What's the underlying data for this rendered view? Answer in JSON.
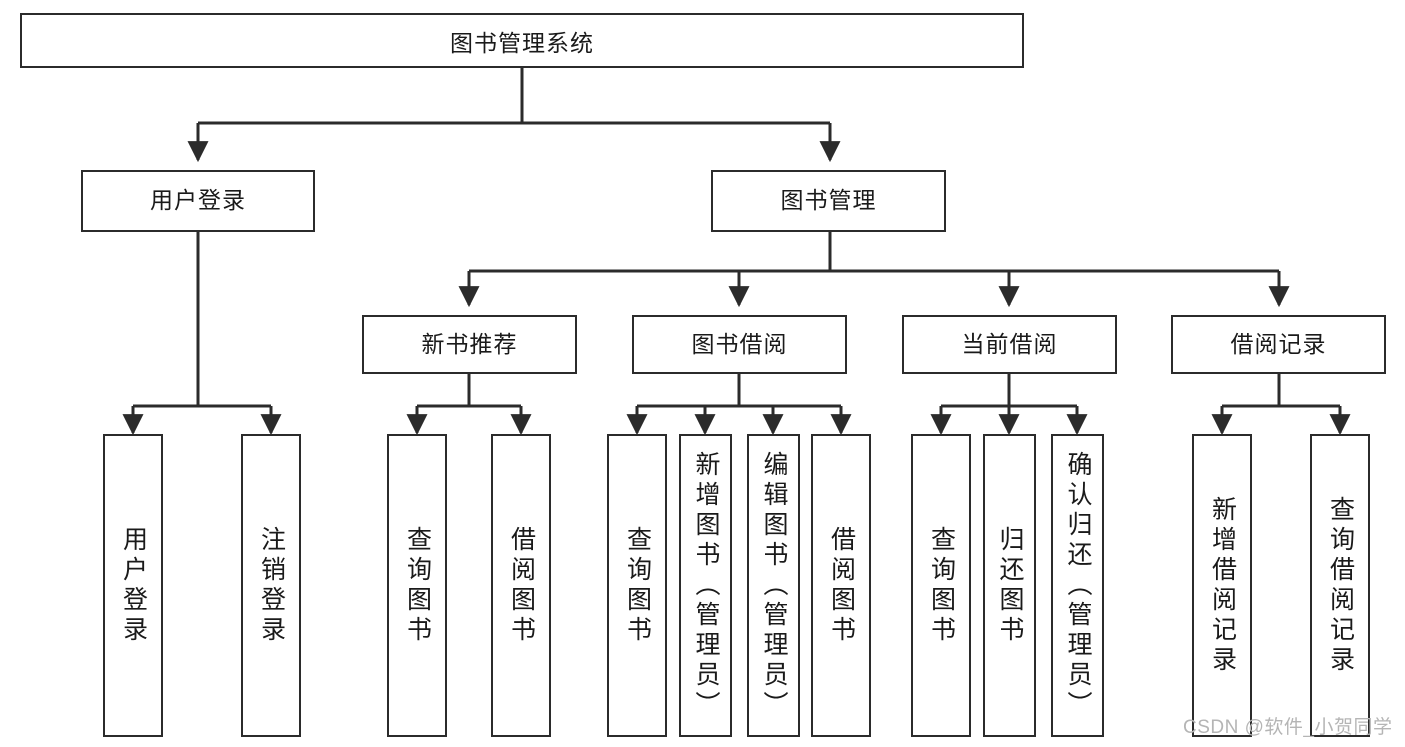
{
  "diagram": {
    "title": "图书管理系统",
    "type": "tree-hierarchy",
    "watermark": "CSDN @软件_小贺同学",
    "colors": {
      "box_border": "#2b2b2b",
      "box_fill": "#ffffff",
      "edge": "#2b2b2b",
      "text": "#1a1a1a",
      "watermark": "#b5b5b5",
      "background": "#ffffff"
    },
    "nodes": {
      "root": {
        "label": "图书管理系统"
      },
      "level2": [
        {
          "id": "user-login",
          "label": "用户登录"
        },
        {
          "id": "book-manage",
          "label": "图书管理"
        }
      ],
      "level3": [
        {
          "id": "new-book-recommend",
          "label": "新书推荐"
        },
        {
          "id": "book-borrow",
          "label": "图书借阅"
        },
        {
          "id": "current-borrow",
          "label": "当前借阅"
        },
        {
          "id": "borrow-record",
          "label": "借阅记录"
        }
      ],
      "leaves_user_login": [
        {
          "id": "leaf-user-login",
          "label": "用户登录"
        },
        {
          "id": "leaf-logout",
          "label": "注销登录"
        }
      ],
      "leaves_new_book_recommend": [
        {
          "id": "leaf-query-book-1",
          "label": "查询图书"
        },
        {
          "id": "leaf-borrow-book-1",
          "label": "借阅图书"
        }
      ],
      "leaves_book_borrow": [
        {
          "id": "leaf-query-book-2",
          "label": "查询图书"
        },
        {
          "id": "leaf-add-book",
          "label": "新增图书（管理员）"
        },
        {
          "id": "leaf-edit-book",
          "label": "编辑图书（管理员）"
        },
        {
          "id": "leaf-borrow-book-2",
          "label": "借阅图书"
        }
      ],
      "leaves_current_borrow": [
        {
          "id": "leaf-query-book-3",
          "label": "查询图书"
        },
        {
          "id": "leaf-return-book",
          "label": "归还图书"
        },
        {
          "id": "leaf-confirm-return",
          "label": "确认归还（管理员）"
        }
      ],
      "leaves_borrow_record": [
        {
          "id": "leaf-add-record",
          "label": "新增借阅记录"
        },
        {
          "id": "leaf-query-record",
          "label": "查询借阅记录"
        }
      ]
    }
  }
}
